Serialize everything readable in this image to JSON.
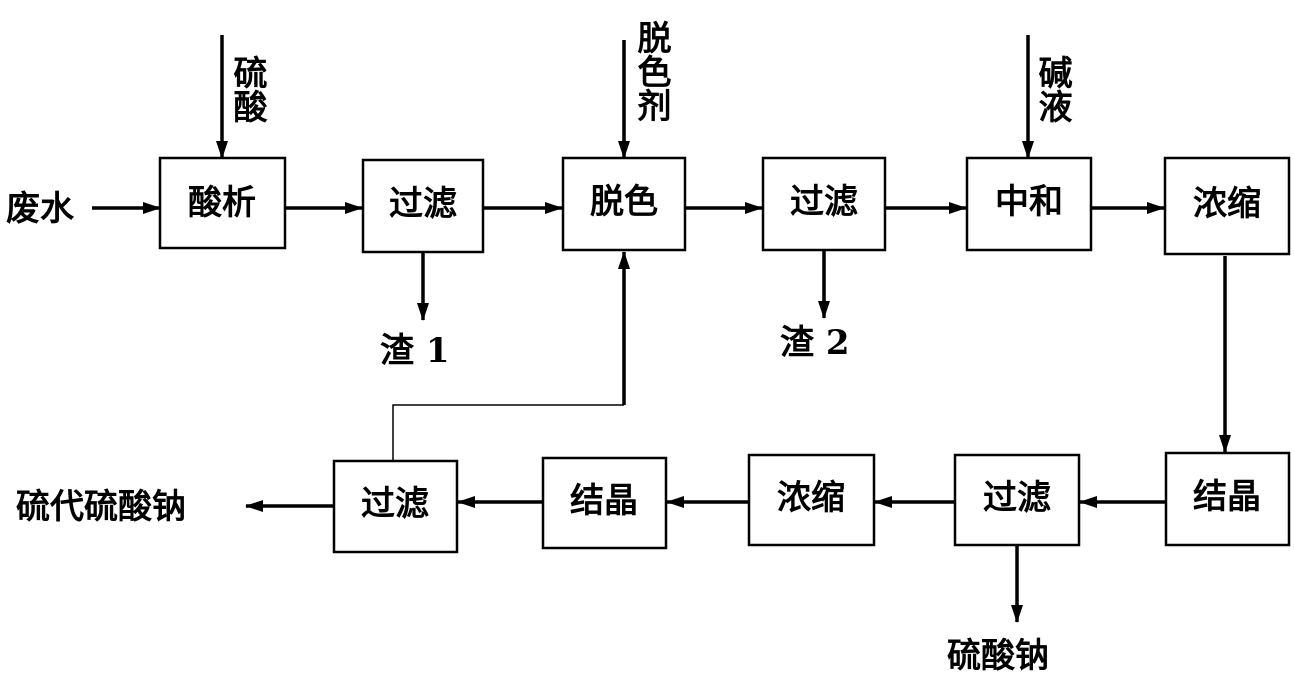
{
  "diagram": {
    "nodes": {
      "acidify": "酸析",
      "filter1": "过滤",
      "decolor": "脱色",
      "filter2": "过滤",
      "neutralize": "中和",
      "concentrate1": "浓缩",
      "crystallize1": "结晶",
      "filter3": "过滤",
      "concentrate2": "浓缩",
      "crystallize2": "结晶",
      "filter4": "过滤"
    },
    "inputs": {
      "wastewater": "废水",
      "sulfuric_acid": "硫酸",
      "decolorant": "脱色剂",
      "alkali": "碱液"
    },
    "outputs": {
      "residue1": "渣 1",
      "residue2": "渣 2",
      "sodium_sulfate": "硫酸钠",
      "sodium_thiosulfate": "硫代硫酸钠"
    },
    "edges": [
      {
        "from": "wastewater",
        "to": "acidify"
      },
      {
        "from": "sulfuric_acid",
        "to": "acidify"
      },
      {
        "from": "acidify",
        "to": "filter1"
      },
      {
        "from": "filter1",
        "to": "residue1"
      },
      {
        "from": "filter1",
        "to": "decolor"
      },
      {
        "from": "decolorant",
        "to": "decolor"
      },
      {
        "from": "decolor",
        "to": "filter2"
      },
      {
        "from": "filter2",
        "to": "residue2"
      },
      {
        "from": "filter2",
        "to": "neutralize"
      },
      {
        "from": "alkali",
        "to": "neutralize"
      },
      {
        "from": "neutralize",
        "to": "concentrate1"
      },
      {
        "from": "concentrate1",
        "to": "crystallize1"
      },
      {
        "from": "crystallize1",
        "to": "filter3"
      },
      {
        "from": "filter3",
        "to": "sodium_sulfate"
      },
      {
        "from": "filter3",
        "to": "concentrate2"
      },
      {
        "from": "concentrate2",
        "to": "crystallize2"
      },
      {
        "from": "crystallize2",
        "to": "filter4"
      },
      {
        "from": "filter4",
        "to": "sodium_thiosulfate"
      },
      {
        "from": "filter4",
        "to": "decolor"
      }
    ]
  }
}
